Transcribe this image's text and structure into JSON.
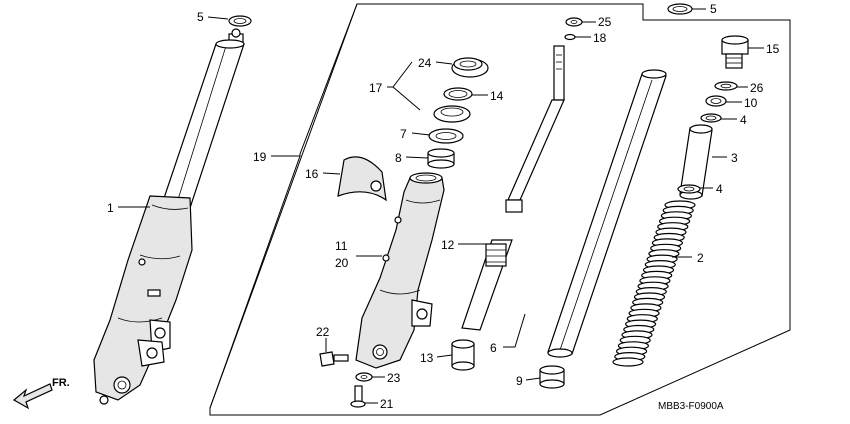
{
  "diagram": {
    "code": "MBB3-F0900A",
    "direction": "FR.",
    "callouts": [
      {
        "id": "c-5a",
        "text": "5"
      },
      {
        "id": "c-5b",
        "text": "5"
      },
      {
        "id": "c-25",
        "text": "25"
      },
      {
        "id": "c-18",
        "text": "18"
      },
      {
        "id": "c-15",
        "text": "15"
      },
      {
        "id": "c-24",
        "text": "24"
      },
      {
        "id": "c-17",
        "text": "17"
      },
      {
        "id": "c-14",
        "text": "14"
      },
      {
        "id": "c-26",
        "text": "26"
      },
      {
        "id": "c-10",
        "text": "10"
      },
      {
        "id": "c-7",
        "text": "7"
      },
      {
        "id": "c-4a",
        "text": "4"
      },
      {
        "id": "c-19",
        "text": "19"
      },
      {
        "id": "c-8",
        "text": "8"
      },
      {
        "id": "c-3",
        "text": "3"
      },
      {
        "id": "c-16",
        "text": "16"
      },
      {
        "id": "c-4b",
        "text": "4"
      },
      {
        "id": "c-1",
        "text": "1"
      },
      {
        "id": "c-11",
        "text": "11"
      },
      {
        "id": "c-12",
        "text": "12"
      },
      {
        "id": "c-2",
        "text": "2"
      },
      {
        "id": "c-20",
        "text": "20"
      },
      {
        "id": "c-22",
        "text": "22"
      },
      {
        "id": "c-6",
        "text": "6"
      },
      {
        "id": "c-13",
        "text": "13"
      },
      {
        "id": "c-23",
        "text": "23"
      },
      {
        "id": "c-9",
        "text": "9"
      },
      {
        "id": "c-21",
        "text": "21"
      }
    ]
  }
}
